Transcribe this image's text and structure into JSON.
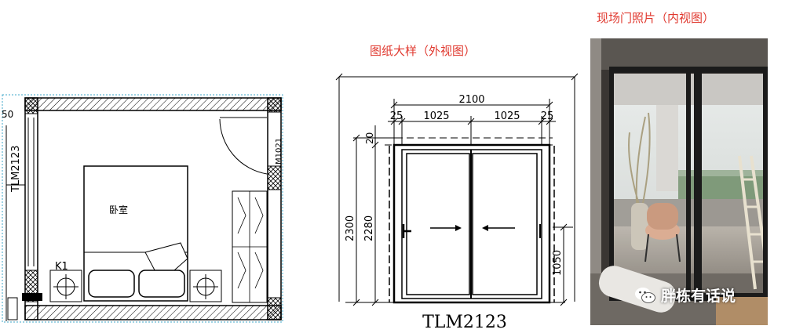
{
  "floorplan": {
    "room_label": "卧室",
    "door_code_left": "TLM2123",
    "door_code_right": "M1021",
    "cabinet_label": "K1",
    "edge_number": "50"
  },
  "elevation": {
    "caption": "图纸大样（外视图）",
    "total_width": "2100",
    "frame_width_left": "25",
    "frame_width_right": "25",
    "panel_width_left": "1025",
    "panel_width_right": "1025",
    "top_frame": "20",
    "total_height": "2300",
    "door_height": "2280",
    "handle_height": "1050",
    "door_code": "TLM2123"
  },
  "photo": {
    "caption": "现场门照片（内视图）",
    "watermark": "胖栋有话说"
  },
  "colors": {
    "caption_red": "#e0392f",
    "line": "#000000",
    "blueprint_dotted": "#3fa7c9"
  }
}
